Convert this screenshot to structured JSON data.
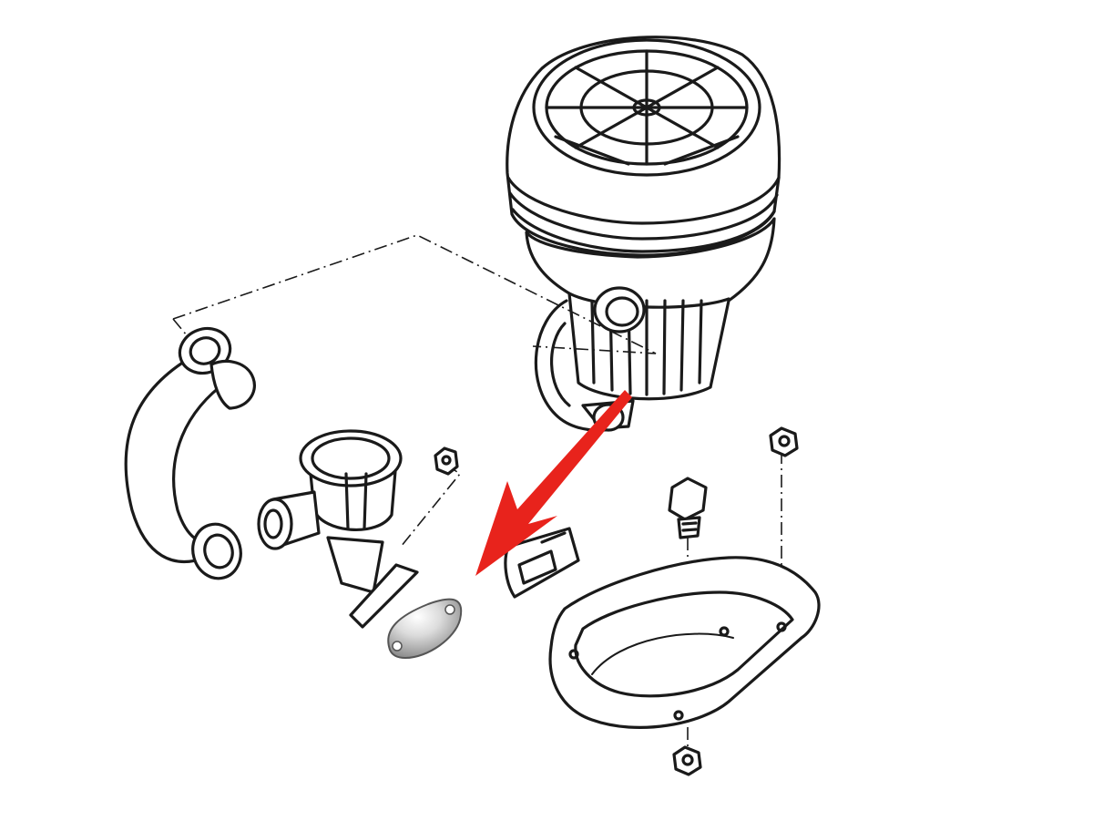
{
  "diagram": {
    "parts": [
      "secondary-air-pump",
      "air-hose",
      "air-valve",
      "nut",
      "blanking-plate",
      "gasket",
      "mounting-bracket",
      "bolt",
      "highlight-arrow"
    ],
    "colors": {
      "line": "#1a1a1a",
      "arrow": "#e8231c",
      "plate_light": "#f2f2f2",
      "plate_dark": "#9a9a9a",
      "background": "#ffffff"
    }
  }
}
